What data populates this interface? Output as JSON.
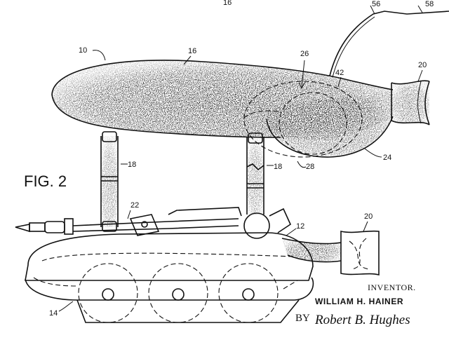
{
  "figure": {
    "title": "FIG. 2",
    "reference_numerals": {
      "top_cut": "16",
      "assembly": "10",
      "balloon": "16",
      "balloon_nozzle": "26",
      "cable_joint": "42",
      "cable": "56",
      "cable_end": "58",
      "upper_fan": "20",
      "lower_shell": "24",
      "inner_dash": "28",
      "left_strut": "18",
      "right_strut": "18",
      "arm": "22",
      "tank_deck": "12",
      "rear_fan": "20",
      "tracks": "14"
    },
    "inventor_caption": "INVENTOR.",
    "inventor_name": "WILLIAM H. HAINER",
    "by_label": "BY",
    "signature": "Robert B. Hughes"
  }
}
